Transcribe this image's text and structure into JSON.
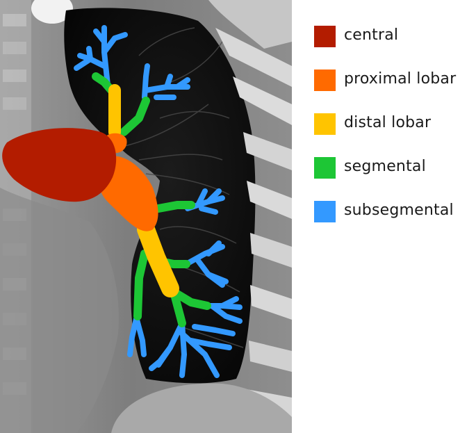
{
  "legend": {
    "items": [
      {
        "label": "central",
        "color": "#b31c00"
      },
      {
        "label": "proximal lobar",
        "color": "#ff6a00"
      },
      {
        "label": "distal lobar",
        "color": "#ffc400"
      },
      {
        "label": "segmental",
        "color": "#1dc635"
      },
      {
        "label": "subsegmental",
        "color": "#3399ff"
      }
    ]
  },
  "image": {
    "subject": "pulmonary-artery-tree-overlay-on-chest-ct",
    "icons": [
      "pulmonary-vessel-tree"
    ]
  }
}
